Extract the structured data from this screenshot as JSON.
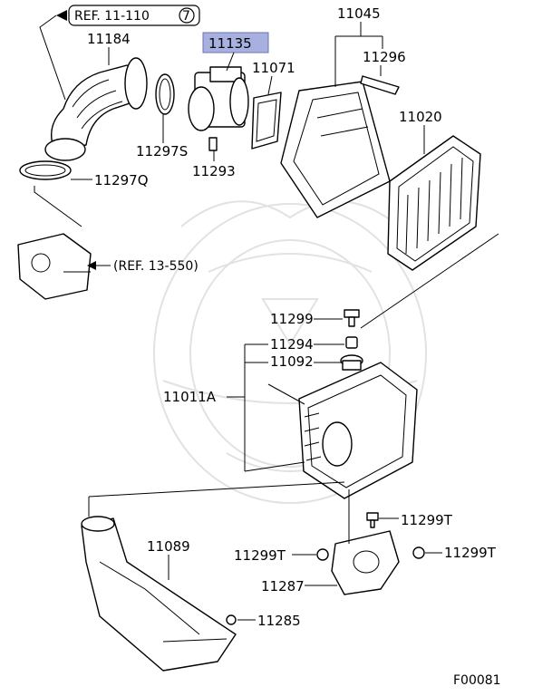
{
  "refs": {
    "top": "REF. 11-110",
    "top_circle": "7",
    "mid": "(REF. 13-550)"
  },
  "labels": {
    "p11184": "11184",
    "p11135": "11135",
    "p11045": "11045",
    "p11071": "11071",
    "p11296": "11296",
    "p11020": "11020",
    "p11297s": "11297S",
    "p11293": "11293",
    "p11297q": "11297Q",
    "p11299": "11299",
    "p11294": "11294",
    "p11092": "11092",
    "p11011a": "11011A",
    "p11089": "11089",
    "p11299t_a": "11299T",
    "p11299t_b": "11299T",
    "p11299t_c": "11299T",
    "p11287": "11287",
    "p11285": "11285"
  },
  "footer": {
    "code": "F00081"
  },
  "highlight": {
    "part": "11135",
    "color": "#a8b0e0"
  }
}
